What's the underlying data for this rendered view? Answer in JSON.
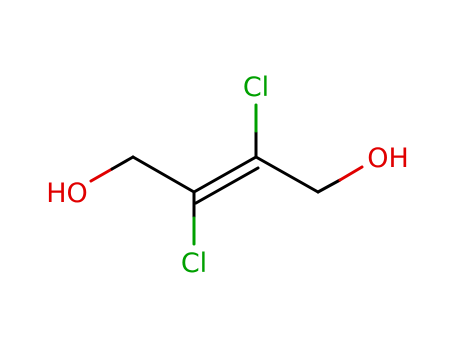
{
  "molecule": {
    "atoms": [
      {
        "id": "O1",
        "label": "HO",
        "color": "#e00000"
      },
      {
        "id": "Cl1",
        "label": "Cl",
        "color": "#00a000"
      },
      {
        "id": "Cl2",
        "label": "Cl",
        "color": "#00a000"
      },
      {
        "id": "O2",
        "label": "OH",
        "color": "#e00000"
      }
    ],
    "bond_color": "#000000"
  }
}
